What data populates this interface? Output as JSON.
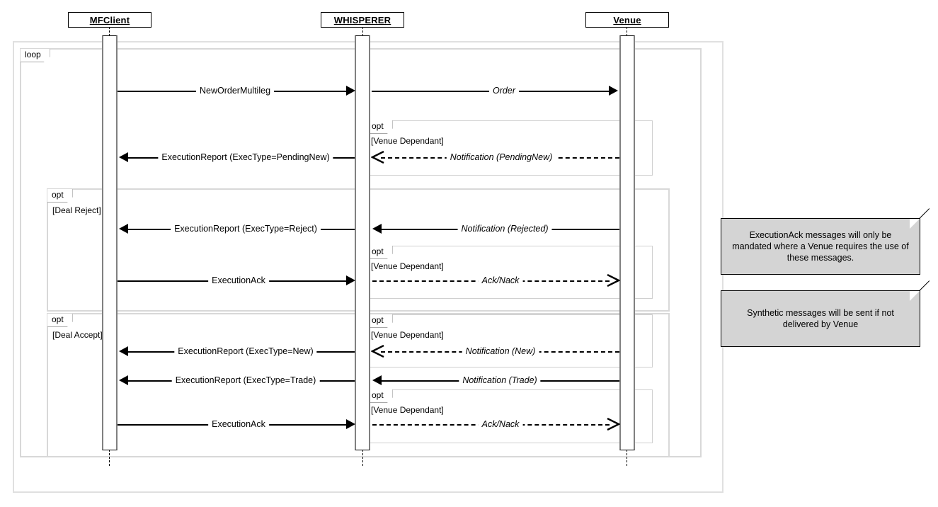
{
  "diagram": {
    "type": "uml-sequence-diagram",
    "lifelines": [
      {
        "id": "mfclient",
        "name": "MFClient"
      },
      {
        "id": "whisperer",
        "name": "WHISPERER"
      },
      {
        "id": "venue",
        "name": "Venue"
      }
    ],
    "fragments": [
      {
        "id": "loop-main",
        "operator": "loop",
        "guard": ""
      },
      {
        "id": "opt-pendingnew",
        "operator": "opt",
        "guard": "[Venue Dependant]"
      },
      {
        "id": "opt-deal-reject",
        "operator": "opt",
        "guard": "[Deal Reject]"
      },
      {
        "id": "opt-acknack-reject",
        "operator": "opt",
        "guard": "[Venue Dependant]"
      },
      {
        "id": "opt-deal-accept",
        "operator": "opt",
        "guard": "[Deal Accept]"
      },
      {
        "id": "opt-notification-new",
        "operator": "opt",
        "guard": "[Venue Dependant]"
      },
      {
        "id": "opt-acknack-accept",
        "operator": "opt",
        "guard": "[Venue Dependant]"
      }
    ],
    "messages": [
      {
        "id": "m1",
        "label": "NewOrderMultileg",
        "from": "mfclient",
        "to": "whisperer",
        "style": "solid",
        "arrow": "filled",
        "italic": false
      },
      {
        "id": "m2",
        "label": "Order",
        "from": "whisperer",
        "to": "venue",
        "style": "solid",
        "arrow": "filled",
        "italic": true
      },
      {
        "id": "m3",
        "label": "Notification (PendingNew)",
        "from": "venue",
        "to": "whisperer",
        "style": "dashed",
        "arrow": "open",
        "italic": true
      },
      {
        "id": "m4",
        "label": "ExecutionReport (ExecType=PendingNew)",
        "from": "whisperer",
        "to": "mfclient",
        "style": "solid",
        "arrow": "filled",
        "italic": false
      },
      {
        "id": "m5",
        "label": "Notification (Rejected)",
        "from": "venue",
        "to": "whisperer",
        "style": "solid",
        "arrow": "filled",
        "italic": true
      },
      {
        "id": "m6",
        "label": "ExecutionReport (ExecType=Reject)",
        "from": "whisperer",
        "to": "mfclient",
        "style": "solid",
        "arrow": "filled",
        "italic": false
      },
      {
        "id": "m7",
        "label": "ExecutionAck",
        "from": "mfclient",
        "to": "whisperer",
        "style": "solid",
        "arrow": "filled",
        "italic": false
      },
      {
        "id": "m8",
        "label": "Ack/Nack",
        "from": "whisperer",
        "to": "venue",
        "style": "dashed",
        "arrow": "open",
        "italic": true
      },
      {
        "id": "m9",
        "label": "Notification (New)",
        "from": "venue",
        "to": "whisperer",
        "style": "dashed",
        "arrow": "open",
        "italic": true
      },
      {
        "id": "m10",
        "label": "ExecutionReport (ExecType=New)",
        "from": "whisperer",
        "to": "mfclient",
        "style": "solid",
        "arrow": "filled",
        "italic": false
      },
      {
        "id": "m11",
        "label": "Notification (Trade)",
        "from": "venue",
        "to": "whisperer",
        "style": "solid",
        "arrow": "filled",
        "italic": true
      },
      {
        "id": "m12",
        "label": "ExecutionReport (ExecType=Trade)",
        "from": "whisperer",
        "to": "mfclient",
        "style": "solid",
        "arrow": "filled",
        "italic": false
      },
      {
        "id": "m13",
        "label": "ExecutionAck",
        "from": "mfclient",
        "to": "whisperer",
        "style": "solid",
        "arrow": "filled",
        "italic": false
      },
      {
        "id": "m14",
        "label": "Ack/Nack",
        "from": "whisperer",
        "to": "venue",
        "style": "dashed",
        "arrow": "open",
        "italic": true
      }
    ],
    "notes": [
      {
        "id": "note-executionack",
        "text": "ExecutionAck messages will only be mandated where a Venue requires the use of these messages."
      },
      {
        "id": "note-synthetic",
        "text": "Synthetic messages will be sent if not delivered by Venue"
      }
    ],
    "colors": {
      "background": "#ffffff",
      "line": "#000000",
      "fragment_border": "#d8d8d8",
      "activation_side": "#808080",
      "note_fill": "#d4d4d4"
    }
  }
}
